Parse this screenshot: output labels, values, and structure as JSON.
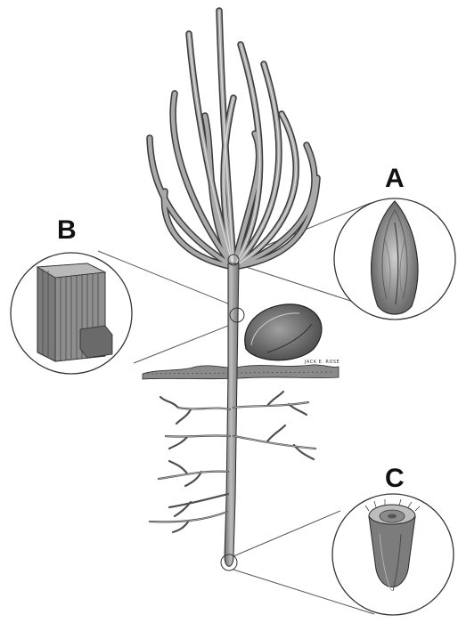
{
  "callouts": {
    "a": {
      "letter": "A",
      "subject": "shoot-tip-bud-cross-section"
    },
    "b": {
      "letter": "B",
      "subject": "stem-vascular-tissue-block"
    },
    "c": {
      "letter": "C",
      "subject": "root-tip-cross-section"
    }
  },
  "artist_signature": "JACK E. ROSE",
  "colors": {
    "background": "#ffffff",
    "plant_fill": "#8f8f8f",
    "plant_shade": "#5e5e5e",
    "plant_highlight": "#c9c9c9",
    "outline": "#222222",
    "leader_line": "#555555",
    "label": "#111111"
  }
}
